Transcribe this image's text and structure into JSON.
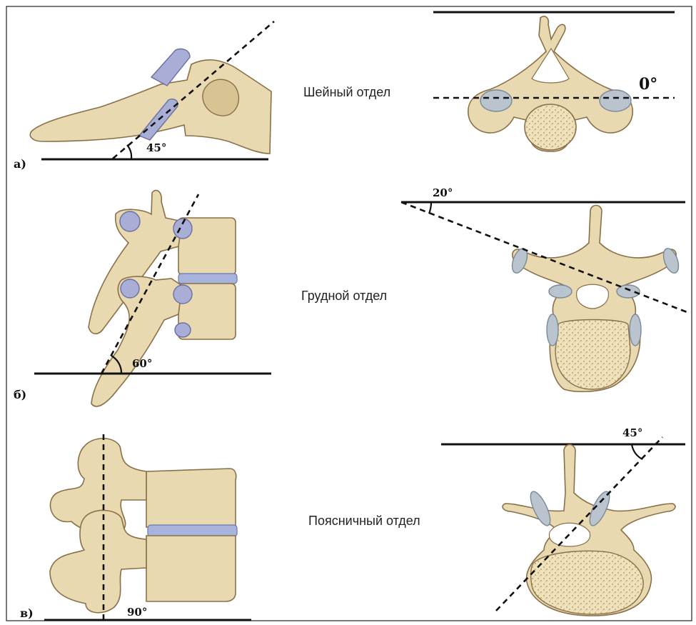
{
  "figure": {
    "panel_marks": [
      "а)",
      "б)",
      "в)"
    ],
    "sections": [
      {
        "label": "Шейный отдел",
        "lateral_angle": "45°",
        "axial_angle": "0°"
      },
      {
        "label": "Грудной отдел",
        "lateral_angle": "60°",
        "axial_angle": "20°"
      },
      {
        "label": "Поясничный отдел",
        "lateral_angle": "90°",
        "axial_angle": "45°"
      }
    ]
  },
  "colors": {
    "bone": "#e8d9b0",
    "bone_outline": "#8a7048",
    "facet_cartilage": "#a9aed6",
    "disc": "#a7b3dc",
    "frame": "#222222"
  }
}
